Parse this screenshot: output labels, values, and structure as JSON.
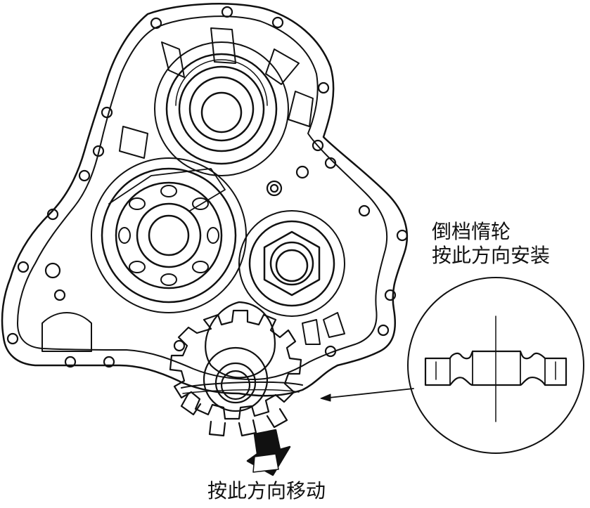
{
  "annotations": {
    "idler_name": "倒档惰轮",
    "install_direction": "按此方向安装",
    "move_direction": "按此方向移动"
  },
  "colors": {
    "line": "#111111",
    "background": "#ffffff"
  }
}
